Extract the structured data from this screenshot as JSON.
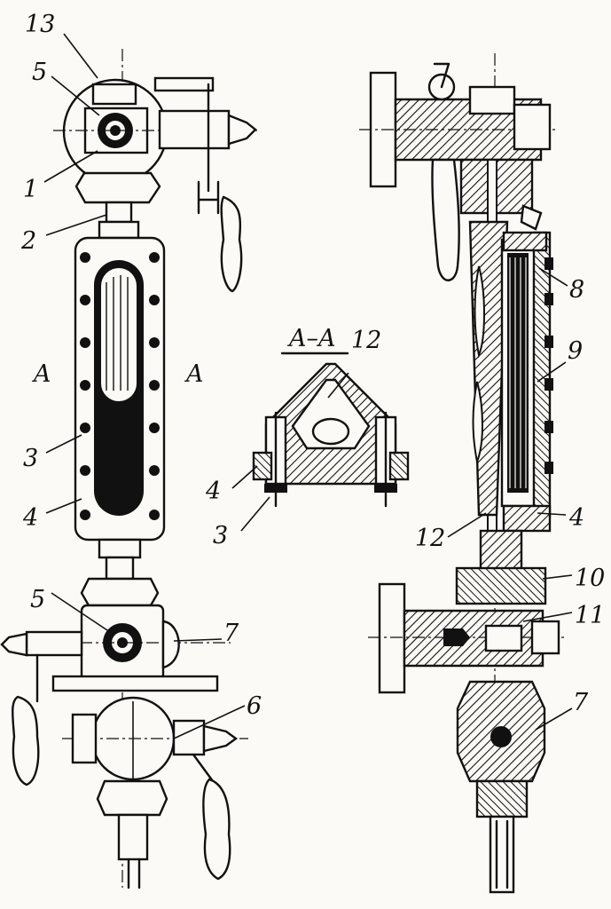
{
  "labels": {
    "l13": "13",
    "l5a": "5",
    "l1": "1",
    "l2": "2",
    "lA1": "A",
    "lA2": "A",
    "l3a": "3",
    "l4a": "4",
    "l5b": "5",
    "l7a": "7",
    "l6": "6",
    "section_title": "A–A",
    "l12a": "12",
    "l4b": "4",
    "l3b": "3",
    "l8": "8",
    "l9": "9",
    "l4c": "4",
    "l12b": "12",
    "l10": "10",
    "l11": "11",
    "l7b": "7"
  },
  "colors": {
    "ink": "#111111",
    "paper": "#fbfaf6"
  }
}
